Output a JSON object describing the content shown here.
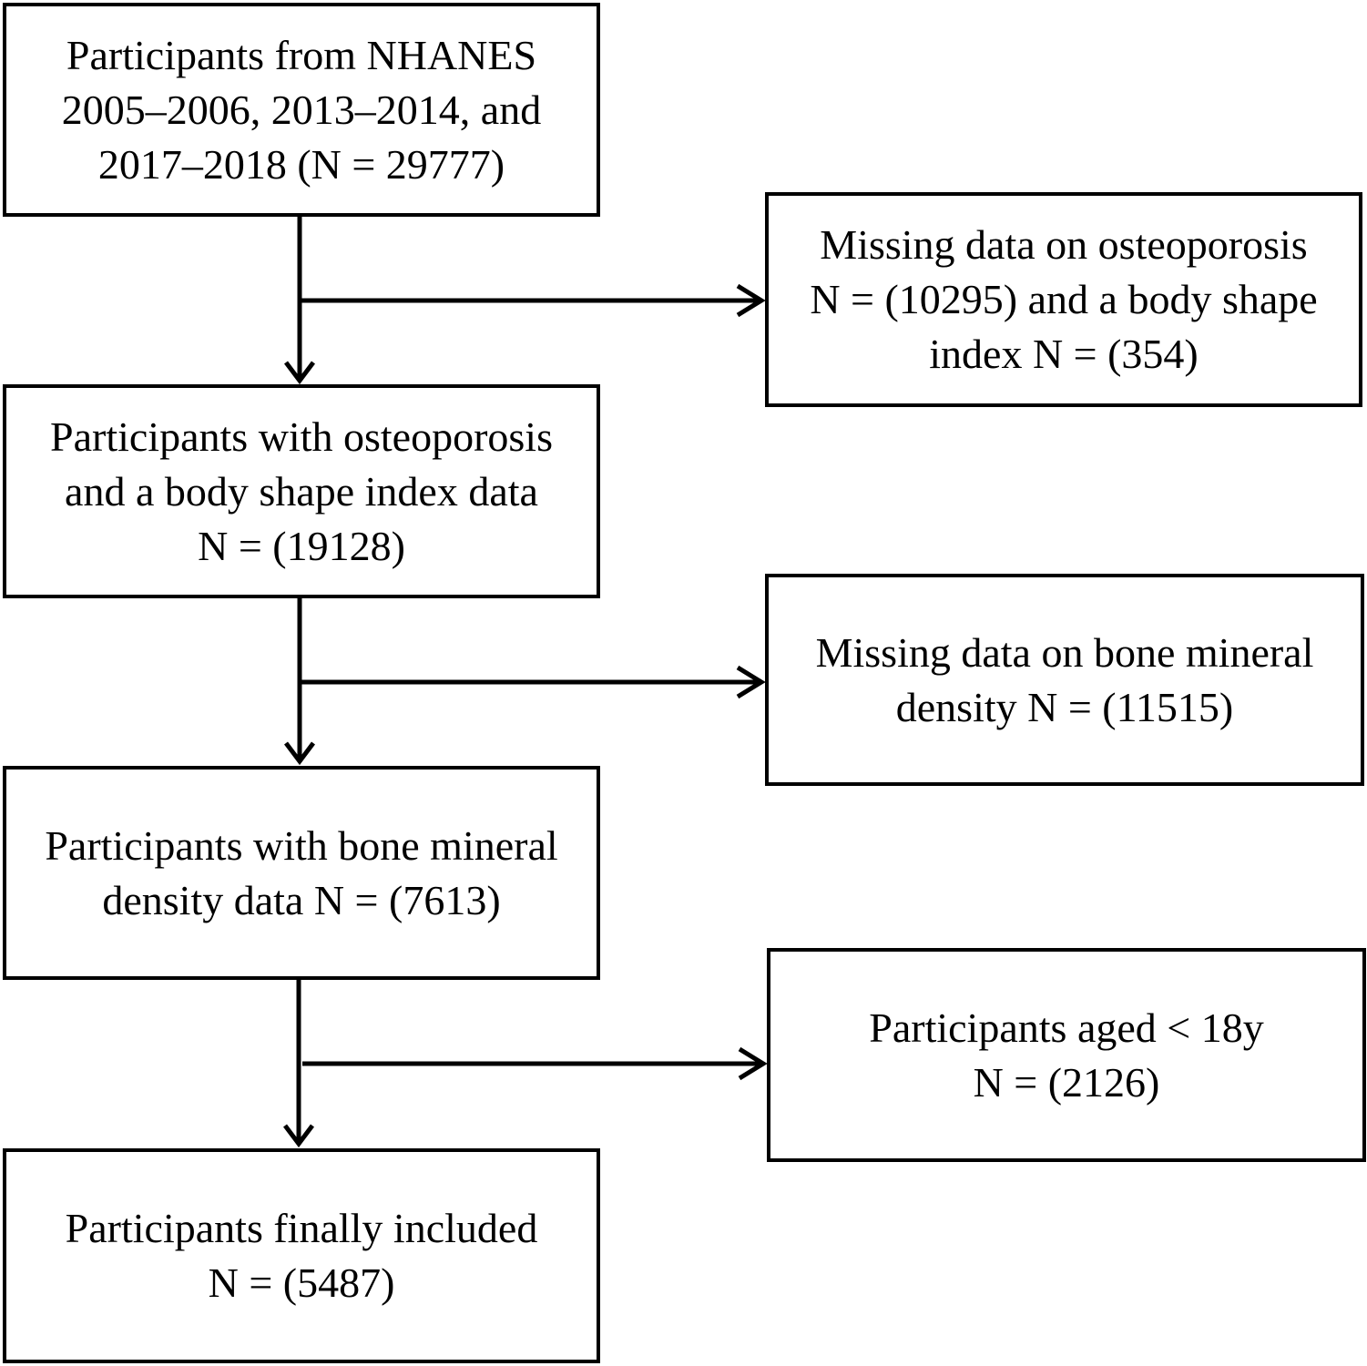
{
  "flow": {
    "steps": [
      {
        "text": "Participants from NHANES\n2005–2006, 2013–2014, and\n2017–2018 (N = 29777)"
      },
      {
        "text": "Participants with osteoporosis\nand a body shape index data\nN = (19128)"
      },
      {
        "text": "Participants with bone mineral\ndensity data N = (7613)"
      },
      {
        "text": "Participants finally included\nN = (5487)"
      }
    ],
    "exclusions": [
      {
        "text": "Missing data on osteoporosis\nN = (10295) and a body shape\nindex N = (354)"
      },
      {
        "text": "Missing data on bone mineral\ndensity N = (11515)"
      },
      {
        "text": "Participants aged < 18y\nN = (2126)"
      }
    ]
  }
}
